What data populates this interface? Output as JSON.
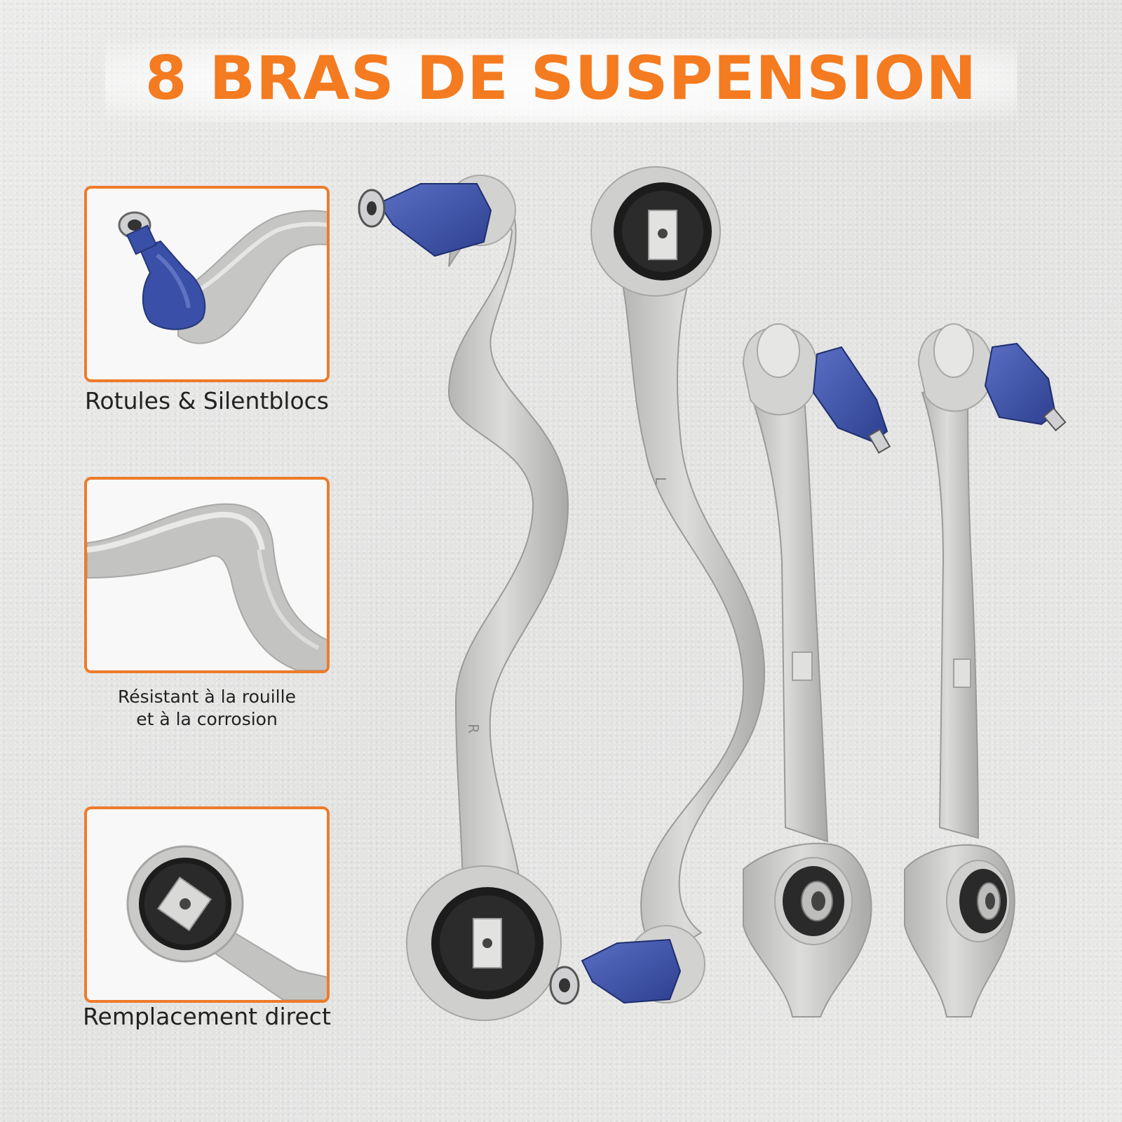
{
  "title": "8 BRAS DE SUSPENSION",
  "colors": {
    "accent": "#f47b20",
    "aluminium": "#c4c4c2",
    "ball_joint_blue": "#3a4fa7",
    "bushing_black": "#1c1c1c"
  },
  "features": [
    {
      "caption": "Rotules & Silentblocs",
      "image": "ball-joint-closeup"
    },
    {
      "caption_line1": "Résistant à la rouille",
      "caption_line2": "et à la corrosion",
      "image": "arm-curve-closeup"
    },
    {
      "caption": "Remplacement direct",
      "image": "bushing-closeup"
    }
  ],
  "products": [
    {
      "name": "curved-control-arm-right",
      "marking": "R"
    },
    {
      "name": "curved-control-arm-left",
      "marking": "L"
    },
    {
      "name": "straight-control-arm-left"
    },
    {
      "name": "straight-control-arm-right"
    }
  ]
}
